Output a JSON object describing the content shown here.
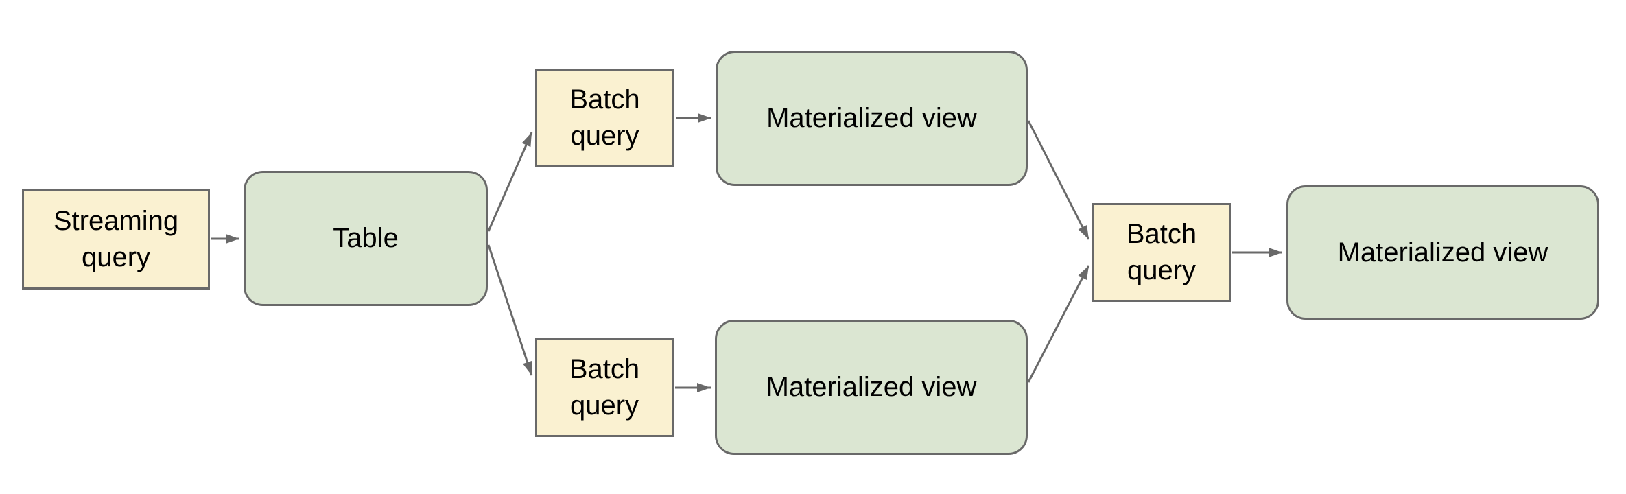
{
  "diagram": {
    "nodes": [
      {
        "id": "streaming-query",
        "label": "Streaming query",
        "type": "query",
        "shape": "rectangle"
      },
      {
        "id": "table",
        "label": "Table",
        "type": "dataset",
        "shape": "rounded-rectangle"
      },
      {
        "id": "batch-query-top",
        "label": "Batch query",
        "type": "query",
        "shape": "rectangle"
      },
      {
        "id": "materialized-view-top",
        "label": "Materialized view",
        "type": "dataset",
        "shape": "rounded-rectangle"
      },
      {
        "id": "batch-query-bottom",
        "label": "Batch query",
        "type": "query",
        "shape": "rectangle"
      },
      {
        "id": "materialized-view-bottom",
        "label": "Materialized view",
        "type": "dataset",
        "shape": "rounded-rectangle"
      },
      {
        "id": "batch-query-right",
        "label": "Batch query",
        "type": "query",
        "shape": "rectangle"
      },
      {
        "id": "materialized-view-right",
        "label": "Materialized view",
        "type": "dataset",
        "shape": "rounded-rectangle"
      }
    ],
    "edges": [
      {
        "from": "streaming-query",
        "to": "table"
      },
      {
        "from": "table",
        "to": "batch-query-top"
      },
      {
        "from": "table",
        "to": "batch-query-bottom"
      },
      {
        "from": "batch-query-top",
        "to": "materialized-view-top"
      },
      {
        "from": "batch-query-bottom",
        "to": "materialized-view-bottom"
      },
      {
        "from": "materialized-view-top",
        "to": "batch-query-right"
      },
      {
        "from": "materialized-view-bottom",
        "to": "batch-query-right"
      },
      {
        "from": "batch-query-right",
        "to": "materialized-view-right"
      }
    ],
    "colors": {
      "query_fill": "#faf1d1",
      "dataset_fill": "#dbe6d2",
      "border": "#696969",
      "arrow": "#696969",
      "text": "#000000",
      "background": "#ffffff"
    }
  }
}
